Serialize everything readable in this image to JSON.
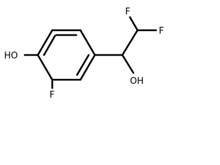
{
  "molecule": {
    "atoms": {
      "hydroxyl_left": "HO",
      "fluoro_ring": "F",
      "fluoro_top_1": "F",
      "fluoro_top_2": "F",
      "hydroxyl_side": "OH"
    }
  }
}
